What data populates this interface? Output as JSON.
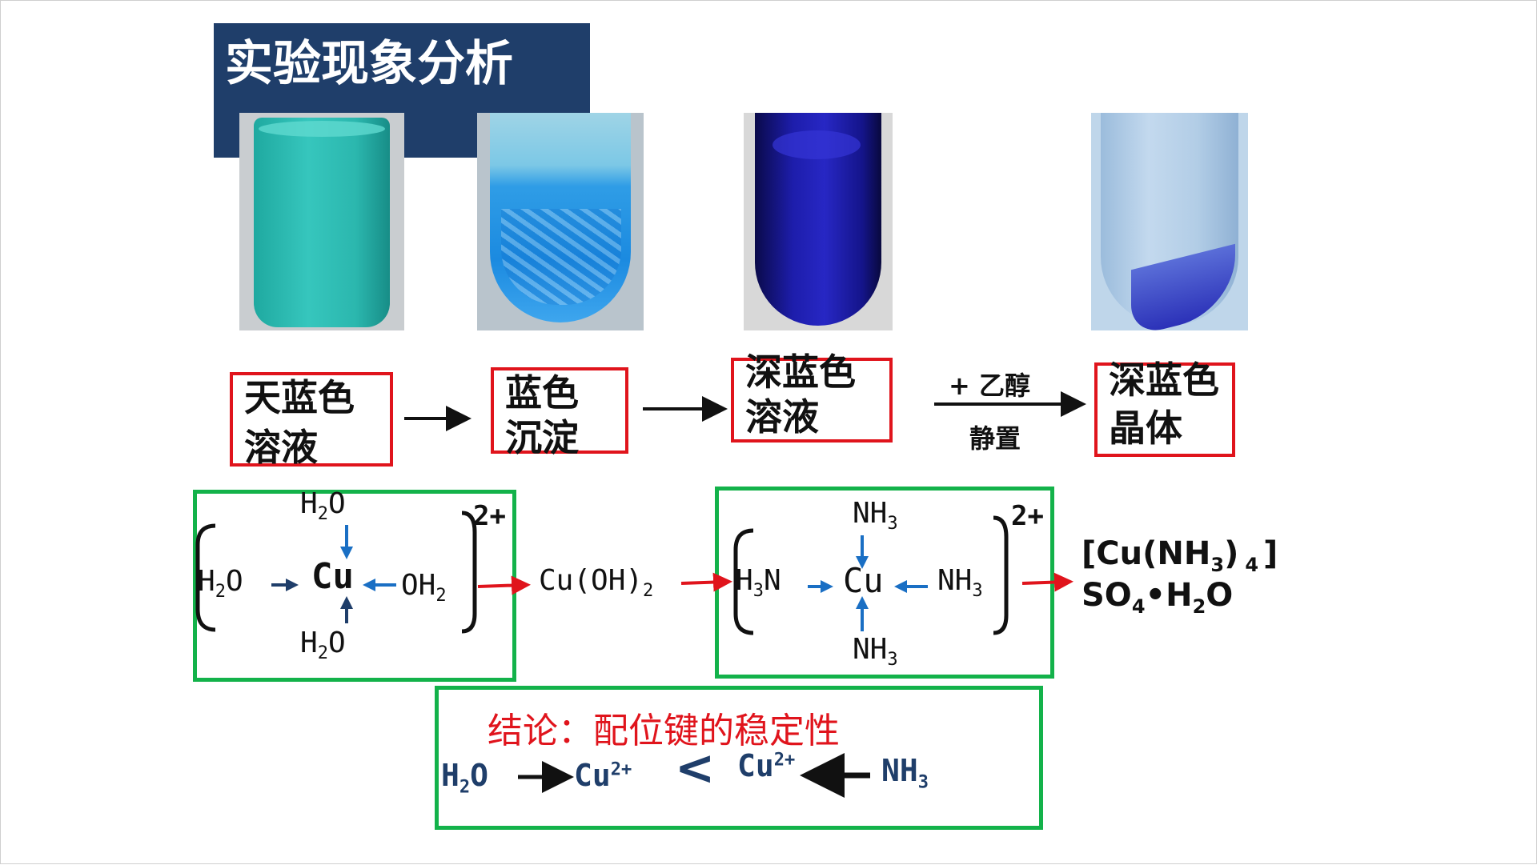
{
  "title": "实验现象分析",
  "labels": {
    "sky_blue_solution": {
      "line1": "天蓝色",
      "line2": "溶液"
    },
    "blue_precipitate": {
      "line1": "蓝色",
      "line2": "沉淀"
    },
    "deep_blue_solution": {
      "line1": "深蓝色",
      "line2": "溶液"
    },
    "deep_blue_crystal": {
      "line1": "深蓝色",
      "line2": "晶体"
    }
  },
  "conditions": {
    "top": "+ 乙醇",
    "bottom": "静置"
  },
  "complex1": {
    "center": "Cu",
    "ligand_top": "H",
    "ligand_left": "H",
    "ligand_right": "OH",
    "ligand_bottom": "H",
    "sub2": "2",
    "o": "O",
    "charge": "2+"
  },
  "intermediate": {
    "text": "Cu(OH)",
    "sub": "2"
  },
  "complex2": {
    "center": "Cu",
    "nh": "NH",
    "hn_left": "H",
    "n_left": "N",
    "sub3": "3",
    "charge": "2+"
  },
  "product": {
    "line1_a": "[Cu(NH",
    "sub3": "3",
    "line1_b": ")",
    "sub4_a": "4",
    "line1_c": "]",
    "line2_a": "SO",
    "sub4": "4",
    "line2_b": "•H",
    "sub2": "2",
    "line2_c": "O"
  },
  "conclusion": {
    "title": "结论：配位键的稳定性",
    "h2o_h": "H",
    "h2o_sub": "2",
    "h2o_o": "O",
    "cu": "Cu",
    "cu_charge": "2+",
    "less_than": "<",
    "nh3_nh": "NH",
    "nh3_sub": "3"
  },
  "colors": {
    "title_bg": "#1f3e6a",
    "red": "#e0141c",
    "green": "#13b24a",
    "blue_arrow": "#1a6fc4",
    "navy_arrow": "#1f3e6a"
  }
}
